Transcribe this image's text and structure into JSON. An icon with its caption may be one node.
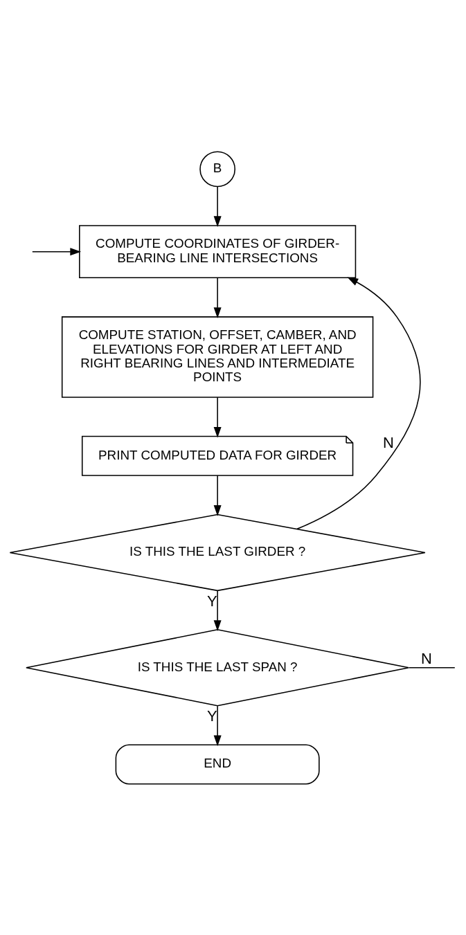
{
  "diagram": {
    "nodes": [
      {
        "text": [
          "B"
        ]
      },
      {
        "text": [
          "COMPUTE COORDINATES OF GIRDER-BEARING LINE INTERSECTIONS"
        ]
      },
      {
        "text": [
          "COMPUTE STATION, OFFSET, CAMBER, AND ELEVATIONS FOR GIRDER AT LEFT AND RIGHT BEARING LINES AND INTERMEDIATE POINTS"
        ]
      },
      {
        "text": [
          "PRINT COMPUTED DATA FOR GIRDER"
        ]
      },
      {
        "text": [
          "IS THIS THE LAST GIRDER ?"
        ]
      },
      {
        "text": [
          "IS THIS THE LAST SPAN ?"
        ]
      },
      {
        "text": [
          "END"
        ]
      }
    ],
    "edges": [
      {
        "from": 0,
        "to": 1,
        "arrow": "to"
      },
      {
        "from": null,
        "to": 1,
        "arrow": "to"
      },
      {
        "from": 1,
        "to": 2,
        "arrow": "to"
      },
      {
        "from": 2,
        "to": 3,
        "arrow": "to"
      },
      {
        "from": 3,
        "to": 4,
        "arrow": "to"
      },
      {
        "from": 4,
        "to": 1,
        "arrow": "to",
        "label": "N"
      },
      {
        "from": 4,
        "to": 5,
        "arrow": "to",
        "label": "Y"
      },
      {
        "from": 5,
        "to": null,
        "arrow": "none",
        "label": "N"
      },
      {
        "from": 5,
        "to": 6,
        "arrow": "to",
        "label": "Y"
      }
    ]
  }
}
